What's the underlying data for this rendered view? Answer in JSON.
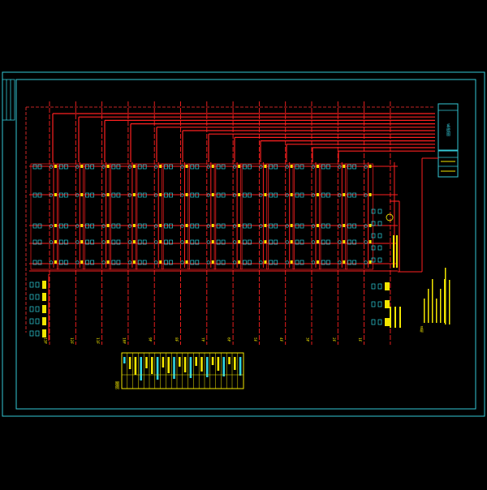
{
  "drawing": {
    "colors": {
      "background": "#000000",
      "frame": "#33c8d6",
      "riser": "#ff2020",
      "branch_dashed": "#ff3030",
      "device_cyan": "#2fd3e0",
      "label_yellow": "#f2e600",
      "legend_border": "#f2e600",
      "note_text": "#f2e600"
    },
    "title_block": {
      "label": "系统图"
    },
    "legend": {
      "label": "图例"
    },
    "floors": [
      "1F",
      "2F",
      "3F",
      "4F",
      "5F",
      "6F",
      "7F",
      "8F",
      "9F",
      "10F",
      "11F",
      "12F",
      "13F"
    ],
    "risers_count": 14,
    "notes_label": "说明"
  }
}
